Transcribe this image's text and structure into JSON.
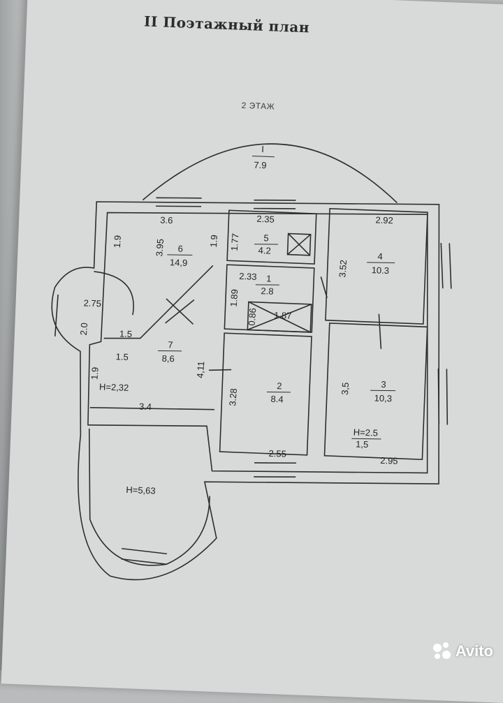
{
  "document": {
    "heading": "II Поэтажный план",
    "floor_label": "2 ЭТАЖ"
  },
  "rooms": {
    "r1_top": {
      "number": "I",
      "area": "7.9"
    },
    "r6": {
      "width": "3.6",
      "depth": "3.95",
      "side_left": "1.9",
      "side_right": "1.9",
      "number": "6",
      "area": "14,9"
    },
    "r5": {
      "width": "2.35",
      "side": "1.77",
      "number": "5",
      "area": "4.2"
    },
    "r1": {
      "width": "2.33",
      "side": "1.89",
      "number": "1",
      "area": "2.8"
    },
    "shower": {
      "small": "0.86",
      "width": "1.87"
    },
    "r4": {
      "width": "2.92",
      "side": "3.52",
      "number": "4",
      "area": "10.3"
    },
    "bay": {
      "width": "2.75",
      "side": "2.0"
    },
    "r7": {
      "dim_a": "1.5",
      "dim_b": "1.5",
      "side": "4,11",
      "number": "7",
      "area": "8,6"
    },
    "r2": {
      "side": "3.28",
      "number": "2",
      "area": "8.4",
      "bottom": "2.55"
    },
    "r3": {
      "side": "3,5",
      "number": "3",
      "area": "10,3",
      "height": "H=2.5",
      "height_sub": "1,5",
      "bottom": "2.95"
    },
    "left_lower": {
      "side": "1.9",
      "height": "H=2,32",
      "width": "3.4"
    },
    "hall": {
      "height": "H=5,63"
    }
  },
  "watermark": {
    "text": "Avito"
  }
}
